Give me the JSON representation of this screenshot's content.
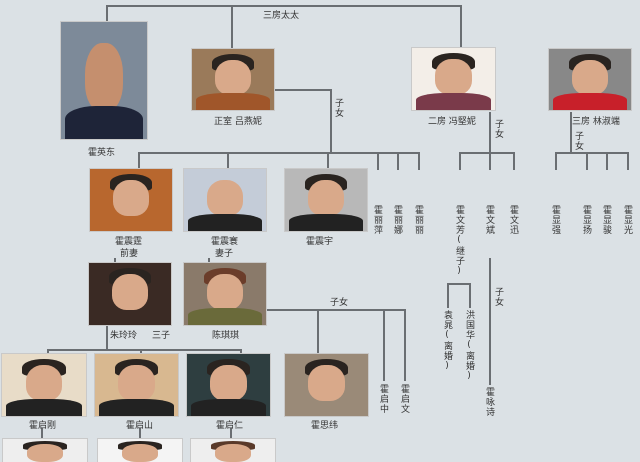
{
  "title_label": "三房太太",
  "children_label": "子女",
  "gen1": {
    "patriarch": "霍英东",
    "wife1": "正室 吕燕妮",
    "wife2": "二房 冯堅妮",
    "wife3": "三房 林淑端"
  },
  "gen2": {
    "son1": "霍震霆",
    "son1_note": "前妻",
    "son2": "霍震寰",
    "son2_note": "妻子",
    "son3": "霍震宇",
    "daughters1": [
      "霍丽萍",
      "霍丽娜",
      "霍丽丽"
    ],
    "children2": [
      "霍文芳(继子)",
      "霍文斌",
      "霍文迅"
    ],
    "children3": [
      "霍显强",
      "霍显扬",
      "霍显骏",
      "霍显光"
    ]
  },
  "wenfang_spouses": [
    "袁晁(离婚)",
    "洪国华(离婚)"
  ],
  "wenbin_child": "霍咏诗",
  "gen3": {
    "spouse1": "朱玲玲",
    "three_sons": "三子",
    "spouse2": "陈琪琪"
  },
  "gen4": {
    "grandsons": [
      "霍启刚",
      "霍启山",
      "霍启仁"
    ],
    "granddaughter": "霍思纬",
    "others": [
      "霍启中",
      "霍启文"
    ]
  }
}
